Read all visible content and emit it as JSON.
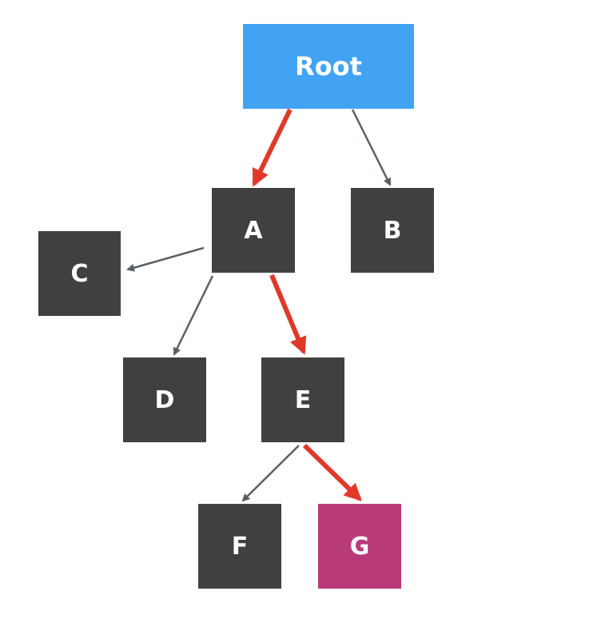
{
  "nodes": {
    "root": "Root",
    "a": "A",
    "b": "B",
    "c": "C",
    "d": "D",
    "e": "E",
    "f": "F",
    "g": "G"
  },
  "edges": [
    {
      "from": "Root",
      "to": "A",
      "highlighted": true
    },
    {
      "from": "Root",
      "to": "B",
      "highlighted": false
    },
    {
      "from": "A",
      "to": "C",
      "highlighted": false
    },
    {
      "from": "A",
      "to": "D",
      "highlighted": false
    },
    {
      "from": "A",
      "to": "E",
      "highlighted": true
    },
    {
      "from": "E",
      "to": "F",
      "highlighted": false
    },
    {
      "from": "E",
      "to": "G",
      "highlighted": true
    }
  ],
  "colors": {
    "root_fill": "#42a3f5",
    "node_fill": "#404040",
    "target_fill": "#b93a79",
    "edge_default": "#5a5f66",
    "edge_highlight": "#e0392a",
    "label": "#ffffff"
  }
}
